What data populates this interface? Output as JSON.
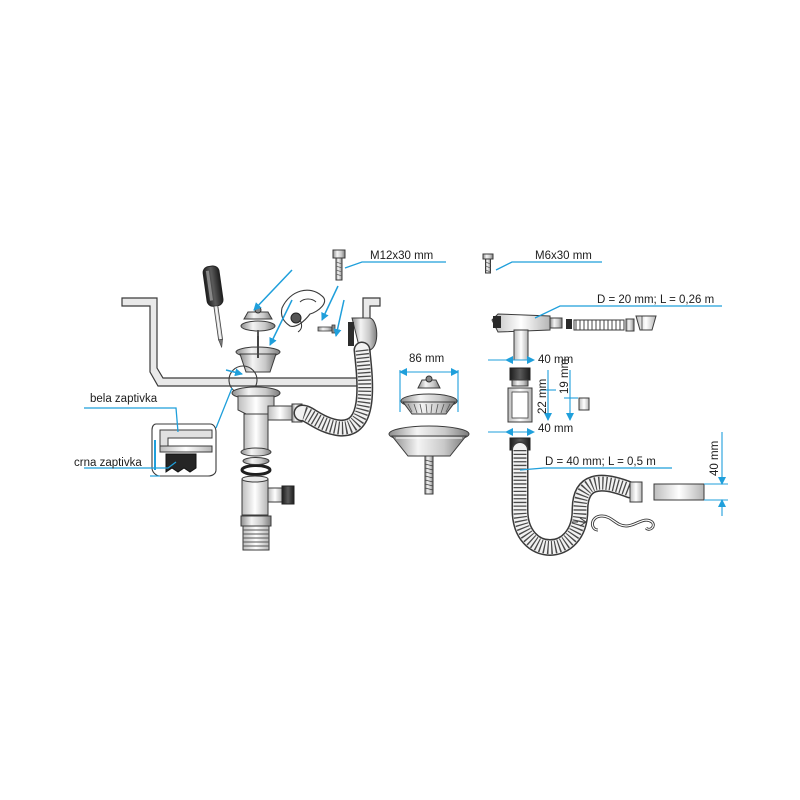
{
  "labels": {
    "bolt_m12": "M12x30 mm",
    "bolt_m6": "M6x30 mm",
    "strainer_width": "86 mm",
    "white_gasket": "bela zaptivka",
    "black_gasket": "crna zaptivka",
    "overflow_hose": "D = 20 mm; L = 0,26 m",
    "pipe_width_top": "40 mm",
    "pipe_width_bottom": "40 mm",
    "height_22": "22 mm",
    "height_19": "19 mm",
    "trap_hose": "D = 40 mm; L = 0,5 m",
    "adapter_height": "40 mm"
  },
  "colors": {
    "accent": "#1f9fdb",
    "outline": "#3b3b3b",
    "gasket_black": "#2a2a2a"
  }
}
